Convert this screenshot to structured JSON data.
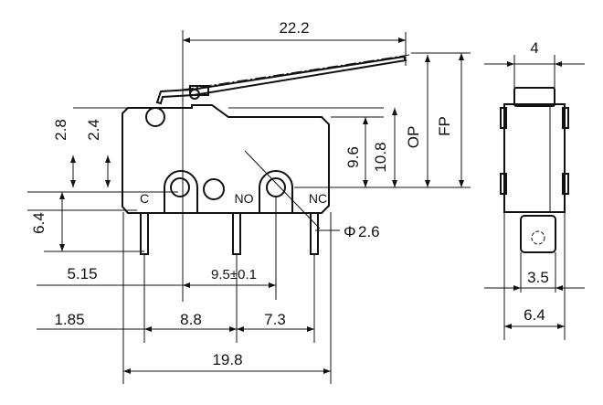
{
  "dimensions": {
    "lever_length": "22.2",
    "side_width_top": "4",
    "d_2_8": "2.8",
    "d_2_4": "2.4",
    "d_9_6": "9.6",
    "d_10_8": "10.8",
    "op": "OP",
    "fp": "FP",
    "d_6_4_left": "6.4",
    "hole_dia_symbol": "Φ",
    "hole_dia": "2.6",
    "d_5_15": "5.15",
    "d_9_5": "9.5±0.1",
    "d_1_85": "1.85",
    "d_8_8": "8.8",
    "d_7_3": "7.3",
    "d_19_8": "19.8",
    "side_3_5": "3.5",
    "side_6_4": "6.4"
  },
  "terminals": {
    "c": "C",
    "no": "NO",
    "nc": "NC"
  }
}
